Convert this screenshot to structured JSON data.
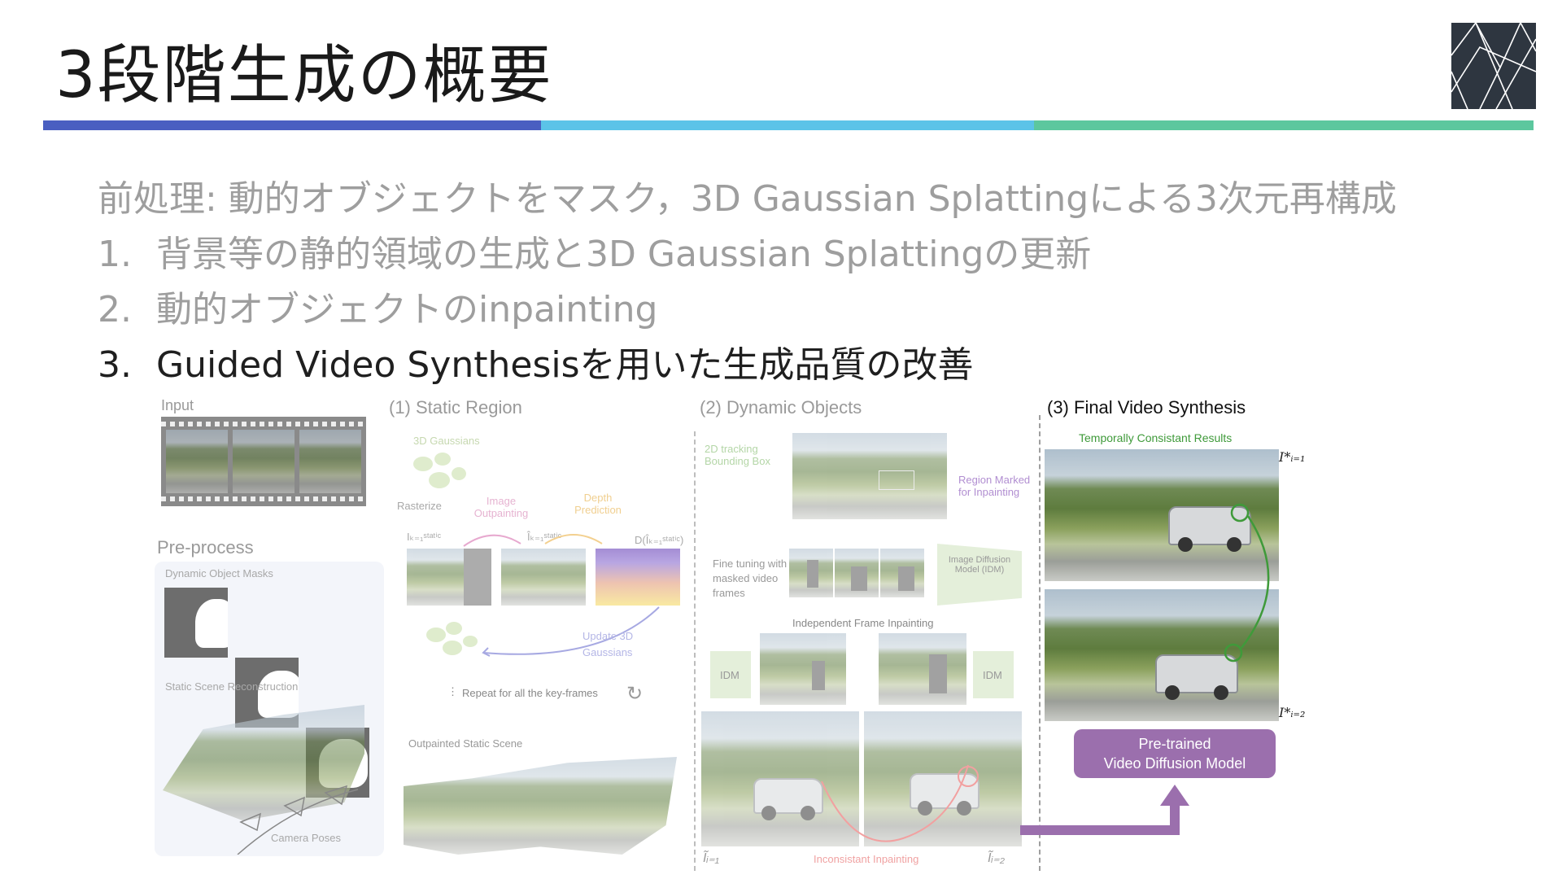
{
  "slide": {
    "title": "3段階生成の概要",
    "accent_colors": [
      "#4a5fc1",
      "#5bc3e8",
      "#5cc79e"
    ],
    "bullets": [
      {
        "num": "",
        "text": "前処理: 動的オブジェクトをマスク，3D Gaussian Splattingによる3次元再構成"
      },
      {
        "num": "1.",
        "text": "背景等の静的領域の生成と3D Gaussian Splattingの更新"
      },
      {
        "num": "2.",
        "text": "動的オブジェクトのinpainting"
      },
      {
        "num": "3.",
        "text": "Guided Video Synthesisを用いた生成品質の改善"
      }
    ]
  },
  "figure": {
    "input": {
      "label": "Input"
    },
    "preprocess": {
      "title": "Pre-process",
      "masks_label": "Dynamic Object Masks",
      "recon_label": "Static Scene Reconstruction",
      "camera_label": "Camera Poses"
    },
    "static": {
      "title": "(1) Static Region",
      "gaussians": "3D Gaussians",
      "rasterize": "Rasterize",
      "outpaint": "Image Outpainting",
      "depth": "Depth Prediction",
      "i_static": "Iₖ₌₁ˢᵗᵃᵗⁱᶜ",
      "i_hat": "Îₖ₌₁ˢᵗᵃᵗⁱᶜ",
      "d_label": "D(Îₖ₌₁ˢᵗᵃᵗⁱᶜ)",
      "update": "Update 3D Gaussians",
      "repeat": "Repeat for all the key-frames",
      "outpainted": "Outpainted Static Scene"
    },
    "dynamic": {
      "title": "(2) Dynamic Objects",
      "tracking": "2D tracking Bounding Box",
      "region_marked": "Region Marked for Inpainting",
      "finetune": "Fine tuning with masked video frames",
      "idm_full": "Image Diffusion Model (IDM)",
      "independent": "Independent Frame Inpainting",
      "idm": "IDM",
      "inconsistent": "Inconsistant Inpainting",
      "i1": "Ĩᵢ₌₁",
      "i2": "Ĩᵢ₌₂"
    },
    "final": {
      "title": "(3) Final Video Synthesis",
      "consistent": "Temporally Consistant Results",
      "i1": "I*ᵢ₌₁",
      "i2": "I*ᵢ₌₂",
      "model_line1": "Pre-trained",
      "model_line2": "Video Diffusion Model",
      "model_color": "#9b6fad",
      "green_color": "#3f9a3a"
    }
  }
}
